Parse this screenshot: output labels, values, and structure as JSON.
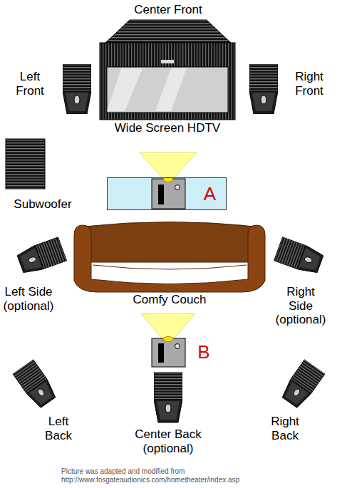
{
  "diagram": {
    "nodes": [
      {
        "text": [
          "Wide Screen HDTV"
        ]
      },
      {
        "text": [
          "A"
        ]
      }
    ],
    "labels": [
      "Center Front",
      "Left Front",
      "Right Front",
      "Subwoofer",
      "Comfy Couch",
      "Left Side (optional)",
      "Right Side (optional)",
      "B",
      "Left Back",
      "Center Back (optional)",
      "Right Back",
      "Picture was adapted and modified from http://www.fosgateaudionics.com/hometheater/index.asp"
    ]
  }
}
